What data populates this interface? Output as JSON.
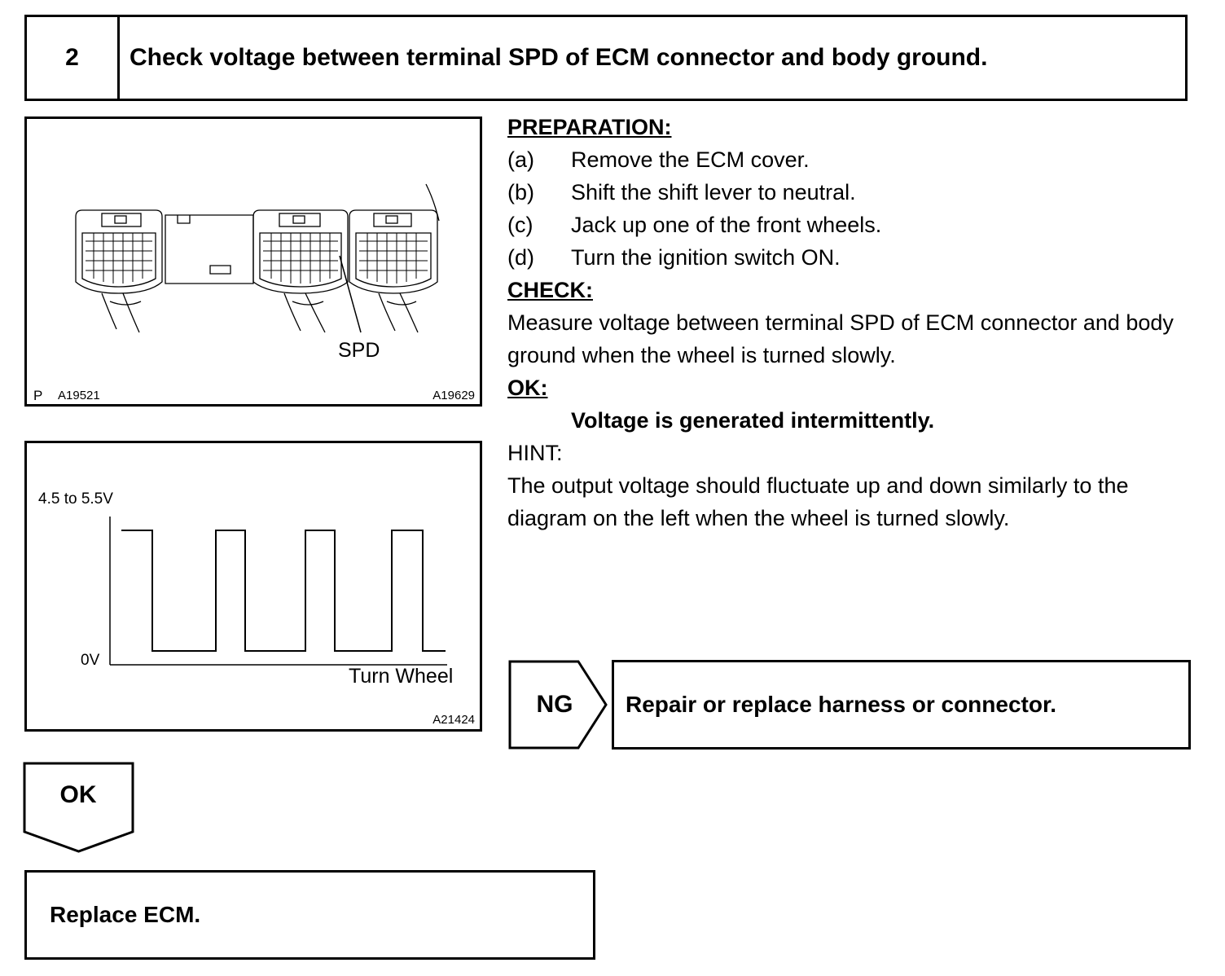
{
  "step": {
    "number": "2",
    "title": "Check voltage between terminal SPD of ECM connector and body ground."
  },
  "connector_figure": {
    "terminal_label": "SPD",
    "corner_left_p": "P",
    "corner_left_code": "A19521",
    "corner_right_code": "A19629"
  },
  "waveform_figure": {
    "high_label": "4.5 to 5.5V",
    "low_label": "0V",
    "x_label": "Turn Wheel",
    "code": "A21424",
    "waveform": [
      "high",
      "low",
      "high",
      "low",
      "high",
      "low",
      "high",
      "low"
    ]
  },
  "preparation": {
    "heading": "PREPARATION:",
    "steps": [
      {
        "letter": "(a)",
        "text": "Remove the ECM cover."
      },
      {
        "letter": "(b)",
        "text": "Shift the shift lever to neutral."
      },
      {
        "letter": "(c)",
        "text": "Jack up one of the front wheels."
      },
      {
        "letter": "(d)",
        "text": "Turn the ignition switch ON."
      }
    ]
  },
  "check": {
    "heading": "CHECK:",
    "text": "Measure voltage between terminal SPD of ECM connector and body ground when the wheel is turned slowly."
  },
  "ok": {
    "heading": "OK:",
    "value": "Voltage is generated intermittently."
  },
  "hint": {
    "heading": "HINT:",
    "text": "The output voltage should fluctuate up and down similarly to the diagram on the left when the wheel is turned slowly."
  },
  "ng_branch": {
    "label": "NG",
    "result": "Repair or replace harness or connector."
  },
  "ok_branch": {
    "label": "OK",
    "result": "Replace ECM."
  }
}
